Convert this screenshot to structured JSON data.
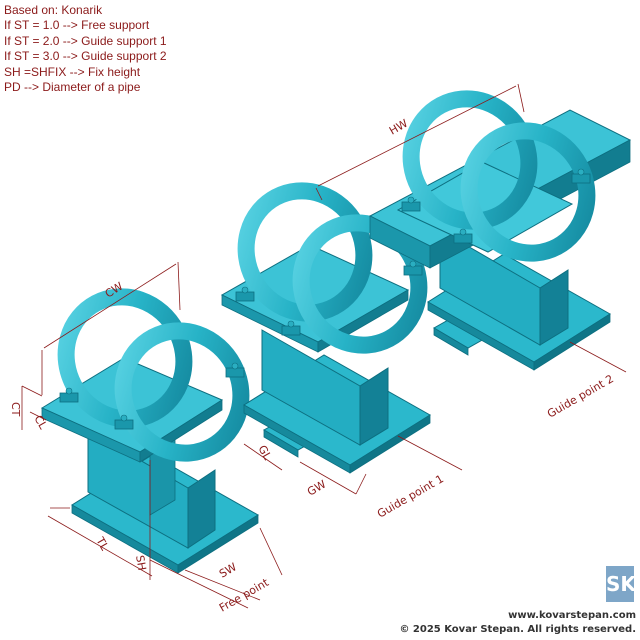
{
  "notes": [
    "Based on: Konarik",
    "If ST = 1.0  --> Free support",
    "If ST = 2.0 --> Guide support 1",
    "If ST = 3.0 --> Guide support 2",
    "SH =SHFIX --> Fix height",
    "PD --> Diameter of a pipe"
  ],
  "dimensions": {
    "cw": "CW",
    "hw": "HW",
    "ct": "CT",
    "cl": "CL",
    "tl": "TL",
    "sh": "SH",
    "sw": "SW",
    "gl": "GL",
    "gw": "GW"
  },
  "labels": {
    "free": "Free point",
    "guide1": "Guide point 1",
    "guide2": "Guide point 2"
  },
  "footer": {
    "url": "www.kovarstepan.com",
    "copyright": "© 2025 Kovar Stepan. All rights reserved."
  },
  "logo_text": "SK",
  "colors": {
    "steel_light": "#3fc4d6",
    "steel_mid": "#20a7bb",
    "steel_dark": "#127f92",
    "dimension": "#8b1a1a"
  }
}
